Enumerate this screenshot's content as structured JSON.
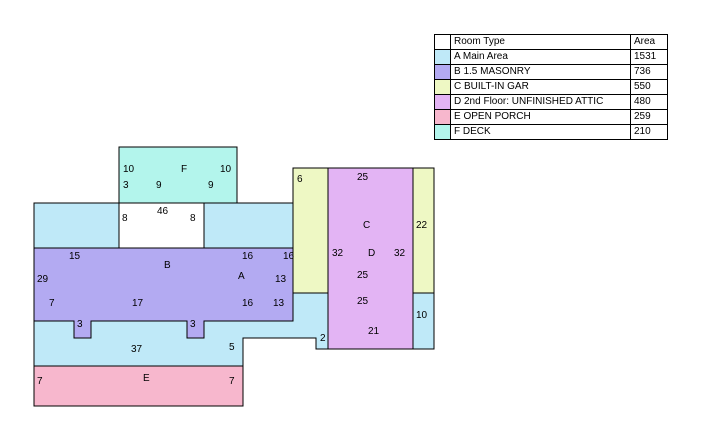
{
  "legend": {
    "header": {
      "type": "Room Type",
      "area": "Area"
    },
    "rows": [
      {
        "label": "A Main Area",
        "area": "1531",
        "color": "#bfe9f8"
      },
      {
        "label": "B 1.5 MASONRY",
        "area": "736",
        "color": "#b3aaf2"
      },
      {
        "label": "C BUILT-IN GAR",
        "area": "550",
        "color": "#eef8c4"
      },
      {
        "label": "D 2nd Floor: UNFINISHED ATTIC",
        "area": "480",
        "color": "#e3b4f4"
      },
      {
        "label": "E OPEN PORCH",
        "area": "259",
        "color": "#f7b7cd"
      },
      {
        "label": "F DECK",
        "area": "210",
        "color": "#b3f5ec"
      }
    ]
  },
  "sketch": {
    "area_letters": {
      "A": "A",
      "B": "B",
      "C": "C",
      "D": "D",
      "E": "E",
      "F": "F"
    },
    "deck_dims": [
      "10",
      "10",
      "3",
      "9",
      "9"
    ],
    "main_dims": [
      "46",
      "8",
      "8",
      "15",
      "16",
      "16",
      "29",
      "13",
      "7",
      "17",
      "16",
      "13",
      "3",
      "3",
      "37",
      "5",
      "2"
    ],
    "porch_dims": [
      "7",
      "7"
    ],
    "garage_dims": [
      "6",
      "22",
      "10"
    ],
    "attic_dims": [
      "25",
      "32",
      "32",
      "25",
      "25",
      "21"
    ]
  }
}
